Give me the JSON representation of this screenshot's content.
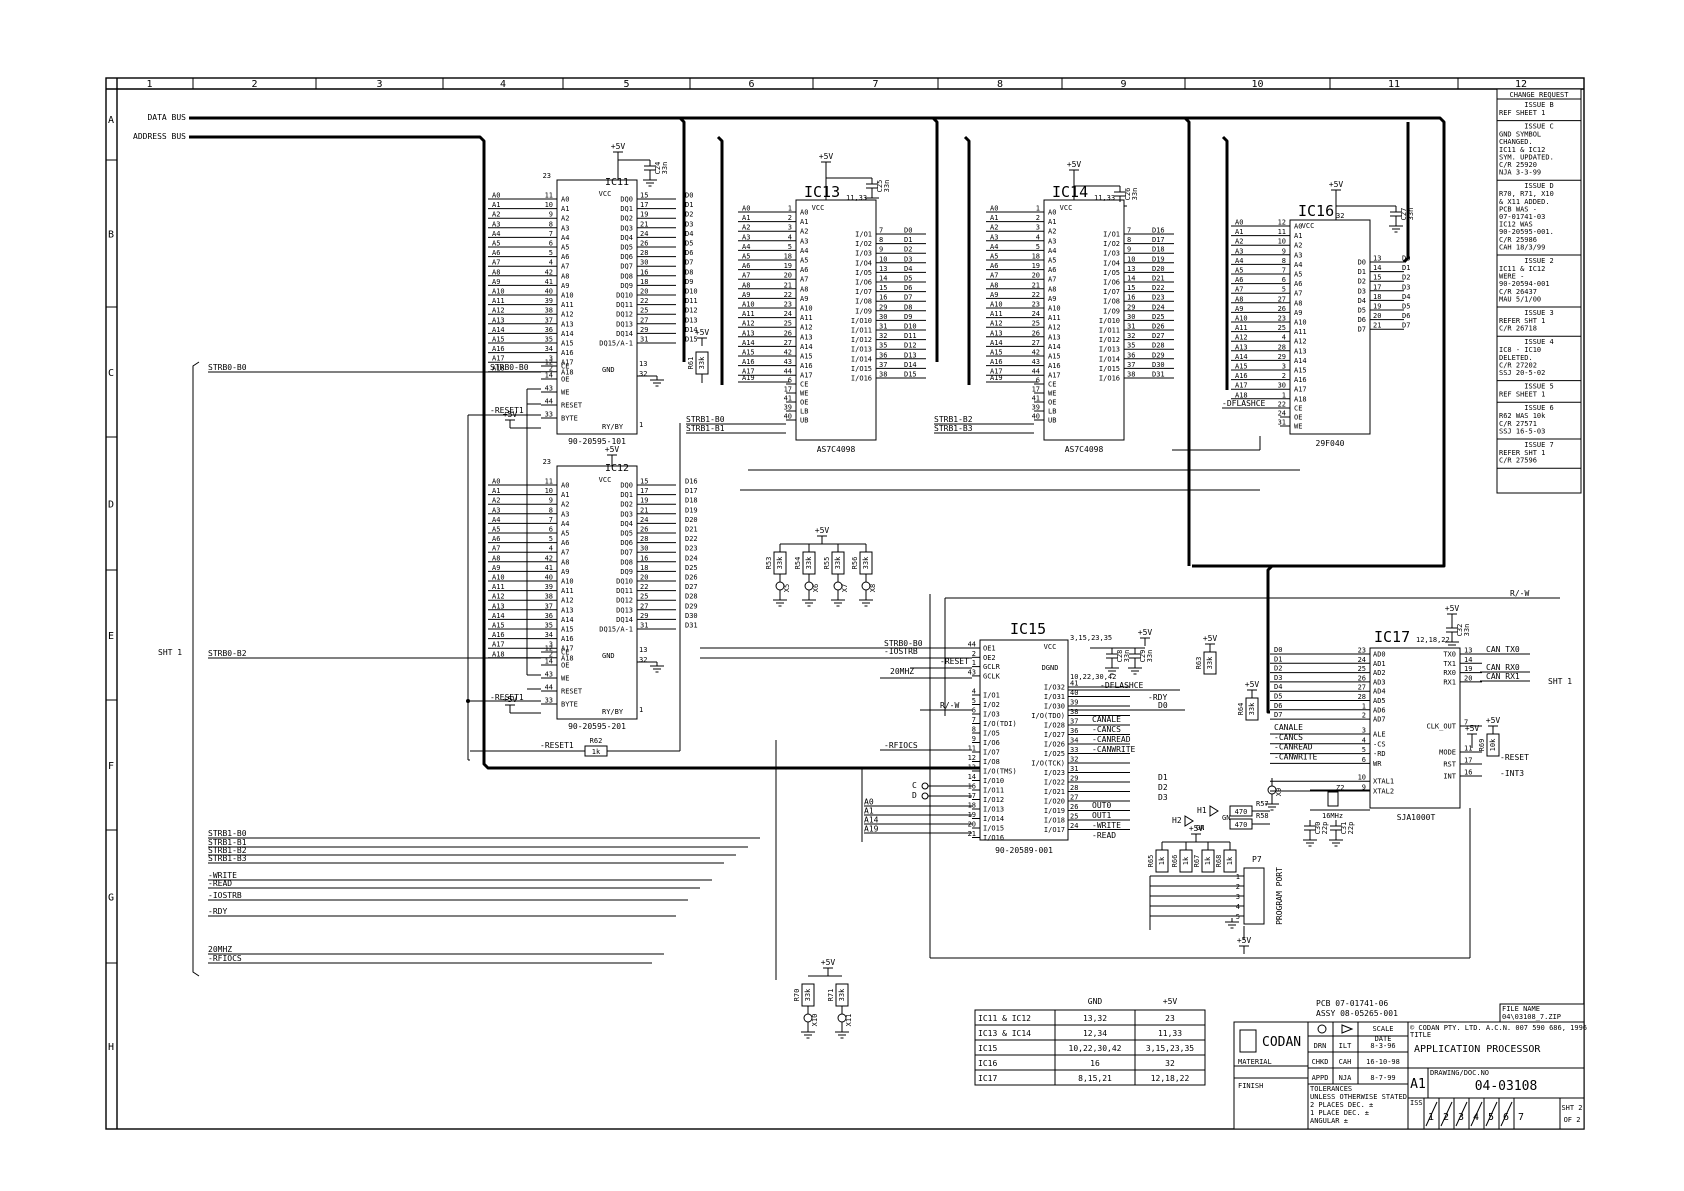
{
  "frame": {
    "col_labels": [
      "1",
      "2",
      "3",
      "4",
      "5",
      "6",
      "7",
      "8",
      "9",
      "10",
      "11",
      "12"
    ],
    "row_labels": [
      "A",
      "B",
      "C",
      "D",
      "E",
      "F",
      "G",
      "H"
    ]
  },
  "buses": {
    "data": "DATA BUS",
    "address": "ADDRESS BUS"
  },
  "sheet_ref": "SHT 1",
  "left_signals": {
    "strb0_b0": "STRB0-B0",
    "strb0_b2": "STRB0-B2",
    "group": [
      "STRB1-B0",
      "STRB1-B1",
      "STRB1-B2",
      "STRB1-B3",
      "-WRITE",
      "-READ",
      "-IOSTRB",
      "-RDY",
      "20MHZ",
      "-RFIOCS"
    ]
  },
  "ic11": {
    "name": "IC11",
    "part": "90-20595-101",
    "vcc": "VCC",
    "gnd": "GND",
    "pin_vcc": "23",
    "pin_gnd": "13",
    "pin_gnd2": "32",
    "pin_ry": "1",
    "rybyte": "RY/BY",
    "byte": "BYTE",
    "a_pins": [
      "11",
      "10",
      "9",
      "8",
      "7",
      "6",
      "5",
      "4",
      "42",
      "41",
      "40",
      "39",
      "38",
      "37",
      "36",
      "35",
      "34",
      "3",
      "2"
    ],
    "ctrl": [
      {
        "pin": "12",
        "name": "CE"
      },
      {
        "pin": "14",
        "name": "OE"
      },
      {
        "pin": "43",
        "name": "WE"
      },
      {
        "pin": "44",
        "name": "RESET"
      },
      {
        "pin": "33",
        "name": "BYTE"
      }
    ],
    "dq": [
      "DQ0",
      "DQ1",
      "DQ2",
      "DQ3",
      "DQ4",
      "DQ5",
      "DQ6",
      "DQ7",
      "DQ8",
      "DQ9",
      "DQ10",
      "DQ11",
      "DQ12",
      "DQ13",
      "DQ14",
      "DQ15/A-1"
    ],
    "dq_pins": [
      "15",
      "17",
      "19",
      "21",
      "24",
      "26",
      "28",
      "30",
      "16",
      "18",
      "20",
      "22",
      "25",
      "27",
      "29",
      "31"
    ],
    "d": [
      "D0",
      "D1",
      "D2",
      "D3",
      "D4",
      "D5",
      "D6",
      "D7",
      "D8",
      "D9",
      "D10",
      "D11",
      "D12",
      "D13",
      "D14",
      "D15"
    ]
  },
  "ic12": {
    "name": "IC12",
    "part": "90-20595-201",
    "pin_vcc": "23",
    "d": [
      "D16",
      "D17",
      "D18",
      "D19",
      "D20",
      "D21",
      "D22",
      "D23",
      "D24",
      "D25",
      "D26",
      "D27",
      "D28",
      "D29",
      "D30",
      "D31"
    ]
  },
  "addr": [
    "A0",
    "A1",
    "A2",
    "A3",
    "A4",
    "A5",
    "A6",
    "A7",
    "A8",
    "A9",
    "A10",
    "A11",
    "A12",
    "A13",
    "A14",
    "A15",
    "A16",
    "A17",
    "A18"
  ],
  "ic13": {
    "name": "IC13",
    "part": "AS7C4098",
    "vcc_pins": "11,33",
    "a_pins": [
      "1",
      "2",
      "3",
      "4",
      "5",
      "18",
      "19",
      "20",
      "21",
      "22",
      "23",
      "24",
      "25",
      "26",
      "27",
      "42",
      "43",
      "44"
    ],
    "io": [
      "I/O1",
      "I/O2",
      "I/O3",
      "I/O4",
      "I/O5",
      "I/O6",
      "I/O7",
      "I/O8",
      "I/O9",
      "I/O10",
      "I/O11",
      "I/O12",
      "I/O13",
      "I/O14",
      "I/O15",
      "I/O16"
    ],
    "io_pins": [
      "7",
      "8",
      "9",
      "10",
      "13",
      "14",
      "15",
      "16",
      "29",
      "30",
      "31",
      "32",
      "35",
      "36",
      "37",
      "38"
    ],
    "d": [
      "D0",
      "D1",
      "D2",
      "D3",
      "D4",
      "D5",
      "D6",
      "D7",
      "D8",
      "D9",
      "D10",
      "D11",
      "D12",
      "D13",
      "D14",
      "D15"
    ],
    "ctrl": [
      {
        "pin": "6",
        "name": "CE"
      },
      {
        "pin": "17",
        "name": "WE"
      },
      {
        "pin": "41",
        "name": "OE"
      },
      {
        "pin": "39",
        "name": "LB"
      },
      {
        "pin": "40",
        "name": "UB"
      }
    ],
    "strb": [
      "STRB1-B0",
      "STRB1-B1"
    ]
  },
  "ic14": {
    "name": "IC14",
    "part": "AS7C4098",
    "vcc_pins": "11,33",
    "d": [
      "D16",
      "D17",
      "D18",
      "D19",
      "D20",
      "D21",
      "D22",
      "D23",
      "D24",
      "D25",
      "D26",
      "D27",
      "D28",
      "D29",
      "D30",
      "D31"
    ],
    "strb": [
      "STRB1-B2",
      "STRB1-B3"
    ]
  },
  "ic16": {
    "name": "IC16",
    "part": "29F040",
    "pin_vcc": "32",
    "a_pins": [
      "12",
      "11",
      "10",
      "9",
      "8",
      "7",
      "6",
      "5",
      "27",
      "26",
      "23",
      "25",
      "4",
      "28",
      "29",
      "3",
      "2",
      "30",
      "1"
    ],
    "dout": [
      "D0",
      "D1",
      "D2",
      "D3",
      "D4",
      "D5",
      "D6",
      "D7"
    ],
    "dout_pins": [
      "13",
      "14",
      "15",
      "17",
      "18",
      "19",
      "20",
      "21"
    ],
    "d": [
      "D0",
      "D1",
      "D2",
      "D3",
      "D4",
      "D5",
      "D6",
      "D7"
    ],
    "ctrl": [
      {
        "pin": "22",
        "name": "CE"
      },
      {
        "pin": "24",
        "name": "OE"
      },
      {
        "pin": "31",
        "name": "WE"
      }
    ],
    "flash": "-DFLASHCE"
  },
  "ic15": {
    "name": "IC15",
    "part": "90-20589-001",
    "vcc_pins": "3,15,23,35",
    "gnd_pins": "10,22,30,42",
    "left": [
      {
        "pin": "44",
        "name": "OE1"
      },
      {
        "pin": "2",
        "name": "OE2"
      },
      {
        "pin": "1",
        "name": "GCLR"
      },
      {
        "pin": "43",
        "name": "GCLK"
      },
      {
        "pin": "4",
        "name": "I/O1"
      },
      {
        "pin": "5",
        "name": "I/O2"
      },
      {
        "pin": "6",
        "name": "I/O3"
      },
      {
        "pin": "7",
        "name": "I/O(TDI)"
      },
      {
        "pin": "8",
        "name": "I/O5"
      },
      {
        "pin": "9",
        "name": "I/O6"
      },
      {
        "pin": "11",
        "name": "I/O7"
      },
      {
        "pin": "12",
        "name": "I/O8"
      },
      {
        "pin": "13",
        "name": "I/O(TMS)"
      },
      {
        "pin": "14",
        "name": "I/O10"
      },
      {
        "pin": "16",
        "name": "I/O11"
      },
      {
        "pin": "17",
        "name": "I/O12"
      },
      {
        "pin": "18",
        "name": "I/O13"
      },
      {
        "pin": "19",
        "name": "I/O14"
      },
      {
        "pin": "20",
        "name": "I/O15"
      },
      {
        "pin": "21",
        "name": "I/O16"
      }
    ],
    "right": [
      {
        "pin": "41",
        "name": "I/O32"
      },
      {
        "pin": "40",
        "name": "I/O31"
      },
      {
        "pin": "39",
        "name": "I/O30"
      },
      {
        "pin": "38",
        "name": "I/O(TDO)"
      },
      {
        "pin": "37",
        "name": "I/O28"
      },
      {
        "pin": "36",
        "name": "I/O27"
      },
      {
        "pin": "34",
        "name": "I/O26"
      },
      {
        "pin": "33",
        "name": "I/O25"
      },
      {
        "pin": "32",
        "name": "I/O(TCK)"
      },
      {
        "pin": "31",
        "name": "I/O23"
      },
      {
        "pin": "29",
        "name": "I/O22"
      },
      {
        "pin": "28",
        "name": "I/O21"
      },
      {
        "pin": "27",
        "name": "I/O20"
      },
      {
        "pin": "26",
        "name": "I/O19"
      },
      {
        "pin": "25",
        "name": "I/O18"
      },
      {
        "pin": "24",
        "name": "I/O17"
      }
    ],
    "in_labels": [
      "STRB0-B0",
      "-IOSTRB",
      "-RESET",
      "20MHZ",
      "R/-W",
      "-RFIOCS"
    ],
    "out_labels": [
      "-DFLASHCE",
      "-RDY",
      "D0",
      "CANALE",
      "-CANCS",
      "-CANREAD",
      "-CANWRITE",
      "D1",
      "D2",
      "D3",
      "OUT0",
      "OUT1",
      "-WRITE",
      "-READ"
    ],
    "c_labels": [
      "C",
      "D"
    ],
    "a_labels": [
      "A0",
      "A1",
      "A14",
      "A19"
    ]
  },
  "ic17": {
    "name": "IC17",
    "part": "SJA1000T",
    "vcc_pins": "12,18,22",
    "left": [
      {
        "pin": "23",
        "name": "AD0"
      },
      {
        "pin": "24",
        "name": "AD1"
      },
      {
        "pin": "25",
        "name": "AD2"
      },
      {
        "pin": "26",
        "name": "AD3"
      },
      {
        "pin": "27",
        "name": "AD4"
      },
      {
        "pin": "28",
        "name": "AD5"
      },
      {
        "pin": "1",
        "name": "AD6"
      },
      {
        "pin": "2",
        "name": "AD7"
      },
      {
        "pin": "3",
        "name": "ALE"
      },
      {
        "pin": "4",
        "name": "-CS"
      },
      {
        "pin": "5",
        "name": "-RD"
      },
      {
        "pin": "6",
        "name": "WR"
      },
      {
        "pin": "10",
        "name": "XTAL1"
      },
      {
        "pin": "9",
        "name": "XTAL2"
      }
    ],
    "right": [
      {
        "pin": "13",
        "name": "TX0"
      },
      {
        "pin": "14",
        "name": "TX1"
      },
      {
        "pin": "19",
        "name": "RX0"
      },
      {
        "pin": "20",
        "name": "RX1"
      },
      {
        "pin": "7",
        "name": "CLK_OUT"
      },
      {
        "pin": "11",
        "name": "MODE"
      },
      {
        "pin": "17",
        "name": "RST"
      },
      {
        "pin": "16",
        "name": "INT"
      }
    ],
    "can": [
      "CAN_TX0",
      "CAN_RX0",
      "CAN_RX1"
    ],
    "rw": "R/-W",
    "reset": "-RESET",
    "int": "-INT3"
  },
  "power": {
    "p5v": "+5V"
  },
  "caps": [
    {
      "ref": "C24",
      "val": "33n"
    },
    {
      "ref": "C25",
      "val": "33n"
    },
    {
      "ref": "C26",
      "val": "33n"
    },
    {
      "ref": "C27",
      "val": "33n"
    },
    {
      "ref": "C28",
      "val": "33n"
    },
    {
      "ref": "C29",
      "val": "33n"
    },
    {
      "ref": "C32",
      "val": "33n"
    },
    {
      "ref": "C30",
      "val": "22p"
    },
    {
      "ref": "C31",
      "val": "22p"
    }
  ],
  "resistors": [
    {
      "ref": "R61",
      "val": "33k"
    },
    {
      "ref": "R62",
      "val": "1k"
    },
    {
      "ref": "R53",
      "val": "33k"
    },
    {
      "ref": "R54",
      "val": "33k"
    },
    {
      "ref": "R55",
      "val": "33k"
    },
    {
      "ref": "R56",
      "val": "33k"
    },
    {
      "ref": "R63",
      "val": "33k"
    },
    {
      "ref": "R64",
      "val": "33k"
    },
    {
      "ref": "R69",
      "val": "10k"
    },
    {
      "ref": "R57",
      "val": "470"
    },
    {
      "ref": "R58",
      "val": "470"
    },
    {
      "ref": "R65",
      "val": "1k"
    },
    {
      "ref": "R66",
      "val": "1k"
    },
    {
      "ref": "R67",
      "val": "1k"
    },
    {
      "ref": "R68",
      "val": "1k"
    },
    {
      "ref": "R70",
      "val": "33k"
    },
    {
      "ref": "R71",
      "val": "33k"
    }
  ],
  "testpoints": [
    "X5",
    "X6",
    "X7",
    "X8",
    "X9",
    "X10",
    "X11"
  ],
  "leds": [
    "H1",
    "H2"
  ],
  "led_color": "GN",
  "crystal": {
    "ref": "Z2",
    "val": "16MHz"
  },
  "port": {
    "ref": "P7",
    "label": "PROGRAM PORT",
    "pins": [
      "1",
      "2",
      "3",
      "4",
      "5"
    ]
  },
  "reset_label": "-RESET1",
  "power_table": {
    "headers": [
      "GND",
      "+5V"
    ],
    "rows": [
      {
        "ic": "IC11 & IC12",
        "gnd": "13,32",
        "v5": "23"
      },
      {
        "ic": "IC13 & IC14",
        "gnd": "12,34",
        "v5": "11,33"
      },
      {
        "ic": "IC15",
        "gnd": "10,22,30,42",
        "v5": "3,15,23,35"
      },
      {
        "ic": "IC16",
        "gnd": "16",
        "v5": "32"
      },
      {
        "ic": "IC17",
        "gnd": "8,15,21",
        "v5": "12,18,22"
      }
    ]
  },
  "change_request": {
    "title": "CHANGE REQUEST",
    "issues": [
      {
        "head": "ISSUE B",
        "lines": [
          "REF SHEET 1"
        ]
      },
      {
        "head": "ISSUE C",
        "lines": [
          "GND SYMBOL",
          "CHANGED.",
          "IC11 & IC12",
          "SYM. UPDATED.",
          "C/R 25920",
          "NJA 3-3-99"
        ]
      },
      {
        "head": "ISSUE D",
        "lines": [
          "R70, R71, X10",
          "& X11 ADDED.",
          "PCB WAS -",
          "07-01741-03",
          "IC12 WAS",
          "90-20595-001.",
          "C/R 25986",
          "CAH 18/3/99"
        ]
      },
      {
        "head": "ISSUE 2",
        "lines": [
          "IC11 & IC12",
          "WERE -",
          "90-20594-001",
          "C/R 26437",
          "MAU 5/1/00"
        ]
      },
      {
        "head": "ISSUE 3",
        "lines": [
          "REFER SHT 1",
          "C/R 26718"
        ]
      },
      {
        "head": "ISSUE 4",
        "lines": [
          "IC8 - IC10",
          "DELETED.",
          "C/R 27202",
          "SSJ 20-5-02"
        ]
      },
      {
        "head": "ISSUE 5",
        "lines": [
          "REF SHEET 1"
        ]
      },
      {
        "head": "ISSUE 6",
        "lines": [
          "R62 WAS 10k",
          "C/R 27571",
          "SSJ 16-5-03"
        ]
      },
      {
        "head": "ISSUE 7",
        "lines": [
          "REFER SHT 1",
          "C/R 27596"
        ]
      }
    ]
  },
  "title_block": {
    "pcb": "PCB  07-01741-06",
    "assy": "ASSY 08-05265-001",
    "file_name_label": "FILE NAME",
    "file_name": "04\\03108_7.ZIP",
    "company": "CODAN",
    "copyright": "© CODAN PTY. LTD.  A.C.N. 007 590 686, 1996",
    "title_label": "TITLE",
    "title": "APPLICATION PROCESSOR",
    "scale_label": "SCALE",
    "date_label": "DATE",
    "drn": "DRN",
    "drn_who": "ILT",
    "drn_date": "8-3-96",
    "chkd": "CHKD",
    "chkd_who": "CAH",
    "chkd_date": "16-10-98",
    "appd": "APPD",
    "appd_who": "NJA",
    "appd_date": "8-7-99",
    "material": "MATERIAL",
    "finish": "FINISH",
    "tolerances": [
      "TOLERANCES",
      "UNLESS OTHERWISE STATED",
      "2 PLACES DEC. ±",
      "1 PLACE DEC. ±",
      "ANGULAR ±"
    ],
    "size": "A1",
    "drawing_label": "DRAWING/DOC.NO",
    "drawing_no": "04-03108",
    "iss_label": "ISS",
    "issues": [
      "1",
      "2",
      "3",
      "4",
      "5",
      "6",
      "7"
    ],
    "sheet": "SHT 2",
    "of": "OF 2"
  }
}
